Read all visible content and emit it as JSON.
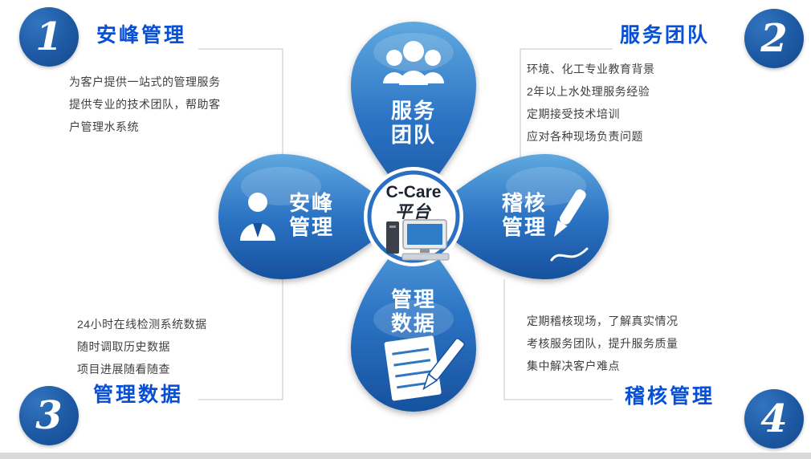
{
  "diagram": {
    "center": {
      "title": "C-Care",
      "subtitle": "平台",
      "icon": "desktop-computer-icon"
    },
    "petals": {
      "top": {
        "line1": "服务",
        "line2": "团队",
        "icon": "team-icon"
      },
      "left": {
        "line1": "安峰",
        "line2": "管理",
        "icon": "businessman-icon"
      },
      "right": {
        "line1": "稽核",
        "line2": "管理",
        "icon": "pen-icon"
      },
      "bottom": {
        "line1": "管理",
        "line2": "数据",
        "icon": "report-pencil-icon"
      }
    }
  },
  "sections": {
    "s1": {
      "number": "1",
      "title": "安峰管理",
      "lines": [
        "为客户提供一站式的管理服务",
        "提供专业的技术团队，帮助客",
        "户管理水系统"
      ]
    },
    "s2": {
      "number": "2",
      "title": "服务团队",
      "lines": [
        "环境、化工专业教育背景",
        "2年以上水处理服务经验",
        "定期接受技术培训",
        "应对各种现场负责问题"
      ]
    },
    "s3": {
      "number": "3",
      "title": "管理数据",
      "lines": [
        "24小时在线检测系统数据",
        "随时调取历史数据",
        "项目进展随看随查"
      ]
    },
    "s4": {
      "number": "4",
      "title": "稽核管理",
      "lines": [
        "定期稽核现场，了解真实情况",
        "考核服务团队，提升服务质量",
        "集中解决客户难点"
      ]
    }
  },
  "colors": {
    "petal_light": "#5FA8DF",
    "petal_mid": "#2C74C4",
    "petal_dark": "#16519E",
    "heading_blue": "#0750D6",
    "badge_blue": "#1D59A3",
    "center_ring": "#2A70C2"
  }
}
